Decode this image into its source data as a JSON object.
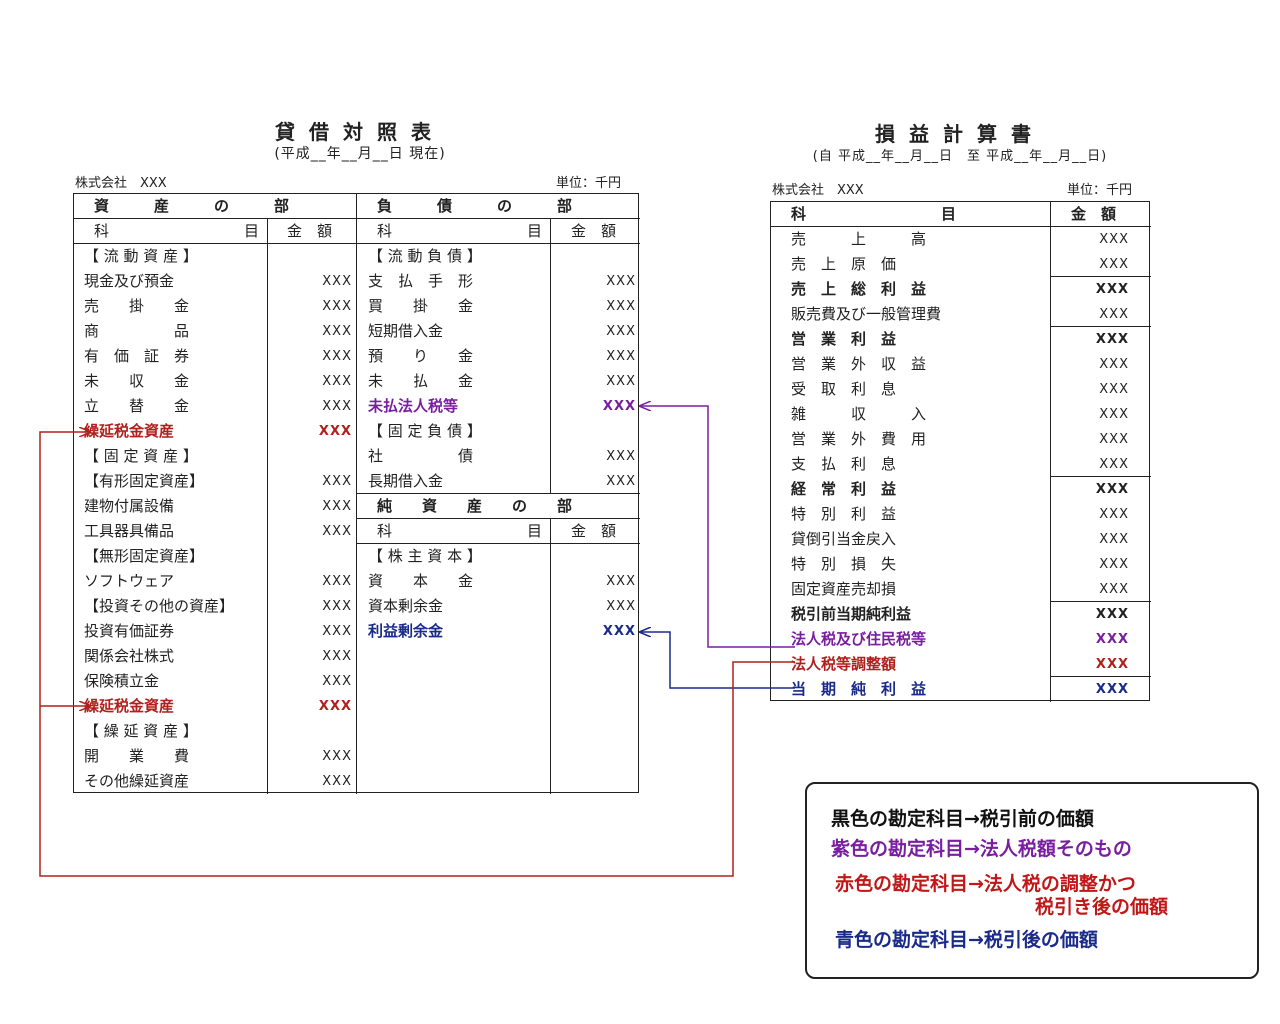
{
  "bs": {
    "title": "貸借対照表",
    "subtitle": "(平成__年__月__日 現在)",
    "company": "株式会社　XXX",
    "unit": "単位：千円",
    "asset_header": "資　　　産　　　の　　　部",
    "liab_header": "負　　　債　　　の　　　部",
    "col_subject": "科　　　　　　　　　目",
    "col_amount": "金　額",
    "assets": [
      {
        "label": "【 流 動 資 産 】",
        "amount": "",
        "style": ""
      },
      {
        "label": "現金及び預金",
        "amount": "XXX",
        "style": ""
      },
      {
        "label": "売　　掛　　金",
        "amount": "XXX",
        "style": ""
      },
      {
        "label": "商　　　　　品",
        "amount": "XXX",
        "style": ""
      },
      {
        "label": "有　価　証　券",
        "amount": "XXX",
        "style": ""
      },
      {
        "label": "未　　収　　金",
        "amount": "XXX",
        "style": ""
      },
      {
        "label": "立　　替　　金",
        "amount": "XXX",
        "style": ""
      },
      {
        "label": "繰延税金資産",
        "amount": "XXX",
        "style": "red"
      },
      {
        "label": "【 固 定 資 産 】",
        "amount": "",
        "style": ""
      },
      {
        "label": "【有形固定資産】",
        "amount": "XXX",
        "style": ""
      },
      {
        "label": "建物付属設備",
        "amount": "XXX",
        "style": ""
      },
      {
        "label": "工具器具備品",
        "amount": "XXX",
        "style": ""
      },
      {
        "label": "【無形固定資産】",
        "amount": "",
        "style": ""
      },
      {
        "label": "ソフトウェア",
        "amount": "XXX",
        "style": ""
      },
      {
        "label": "【投資その他の資産】",
        "amount": "XXX",
        "style": ""
      },
      {
        "label": "投資有価証券",
        "amount": "XXX",
        "style": ""
      },
      {
        "label": "関係会社株式",
        "amount": "XXX",
        "style": ""
      },
      {
        "label": "保険積立金",
        "amount": "XXX",
        "style": ""
      },
      {
        "label": "繰延税金資産",
        "amount": "XXX",
        "style": "red"
      },
      {
        "label": "【 繰 延 資 産 】",
        "amount": "",
        "style": ""
      },
      {
        "label": "開　　業　　費",
        "amount": "XXX",
        "style": ""
      },
      {
        "label": "その他繰延資産",
        "amount": "XXX",
        "style": ""
      }
    ],
    "liabilities": [
      {
        "label": "【 流 動 負 債 】",
        "amount": "",
        "style": ""
      },
      {
        "label": "支　払　手　形",
        "amount": "XXX",
        "style": ""
      },
      {
        "label": "買　　掛　　金",
        "amount": "XXX",
        "style": ""
      },
      {
        "label": "短期借入金",
        "amount": "XXX",
        "style": ""
      },
      {
        "label": "預　　り　　金",
        "amount": "XXX",
        "style": ""
      },
      {
        "label": "未　　払　　金",
        "amount": "XXX",
        "style": ""
      },
      {
        "label": "未払法人税等",
        "amount": "XXX",
        "style": "purple"
      },
      {
        "label": "【 固 定 負 債 】",
        "amount": "",
        "style": ""
      },
      {
        "label": "社　　　　　債",
        "amount": "XXX",
        "style": ""
      },
      {
        "label": "長期借入金",
        "amount": "XXX",
        "style": ""
      }
    ],
    "equity_header": "純　　資　　産　　の　　部",
    "equity": [
      {
        "label": "【 株 主 資 本 】",
        "amount": "",
        "style": ""
      },
      {
        "label": "資　　本　　金",
        "amount": "XXX",
        "style": ""
      },
      {
        "label": "資本剰余金",
        "amount": "XXX",
        "style": ""
      },
      {
        "label": "利益剰余金",
        "amount": "XXX",
        "style": "blue"
      }
    ]
  },
  "pl": {
    "title": "損益計算書",
    "subtitle": "(自 平成__年__月__日　至 平成__年__月__日)",
    "company": "株式会社　XXX",
    "unit": "単位：千円",
    "col_subject": "科　　　　　　　　　目",
    "col_amount": "金　額",
    "rows": [
      {
        "label": "売　　　上　　　高",
        "amount": "XXX",
        "style": ""
      },
      {
        "label": "売　上　原　価",
        "amount": "XXX",
        "style": ""
      },
      {
        "label": "売　上　総　利　益",
        "amount": "XXX",
        "style": "bold"
      },
      {
        "label": "販売費及び一般管理費",
        "amount": "XXX",
        "style": ""
      },
      {
        "label": "営　業　利　益",
        "amount": "XXX",
        "style": "bold"
      },
      {
        "label": "営　業　外　収　益",
        "amount": "XXX",
        "style": ""
      },
      {
        "label": "受　取　利　息",
        "amount": "XXX",
        "style": ""
      },
      {
        "label": "雑　　　収　　　入",
        "amount": "XXX",
        "style": ""
      },
      {
        "label": "営　業　外　費　用",
        "amount": "XXX",
        "style": ""
      },
      {
        "label": "支　払　利　息",
        "amount": "XXX",
        "style": ""
      },
      {
        "label": "経　常　利　益",
        "amount": "XXX",
        "style": "bold"
      },
      {
        "label": "特　別　利　益",
        "amount": "XXX",
        "style": ""
      },
      {
        "label": "貸倒引当金戻入",
        "amount": "XXX",
        "style": ""
      },
      {
        "label": "特　別　損　失",
        "amount": "XXX",
        "style": ""
      },
      {
        "label": "固定資産売却損",
        "amount": "XXX",
        "style": ""
      },
      {
        "label": "税引前当期純利益",
        "amount": "XXX",
        "style": "bold"
      },
      {
        "label": "法人税及び住民税等",
        "amount": "XXX",
        "style": "purple"
      },
      {
        "label": "法人税等調整額",
        "amount": "XXX",
        "style": "red"
      },
      {
        "label": "当　期　純　利　益",
        "amount": "XXX",
        "style": "blue"
      }
    ]
  },
  "legend": {
    "black": "黒色の勘定科目→税引前の価額",
    "purple": "紫色の勘定科目→法人税額そのもの",
    "red_1": "赤色の勘定科目→法人税の調整かつ",
    "red_2": "税引き後の価額",
    "blue": "青色の勘定科目→税引後の価額"
  },
  "colors": {
    "red": "#b0201c",
    "purple": "#7a1ea0",
    "blue": "#1a2a8a"
  }
}
